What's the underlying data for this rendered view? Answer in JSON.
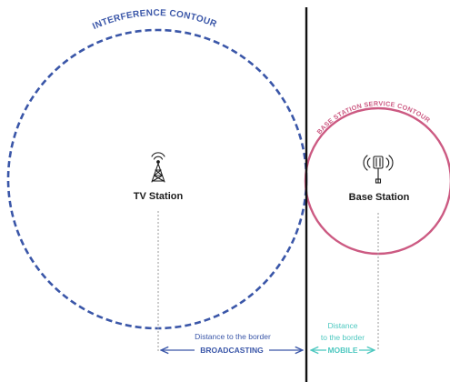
{
  "colors": {
    "interference": "#3a56a8",
    "service": "#cc5a82",
    "broadcasting": "#3a56a8",
    "mobile": "#4ec8c0",
    "border": "#111111",
    "dotted": "#9a9a9a",
    "text": "#1b1b1b"
  },
  "tv": {
    "label": "TV Station",
    "icon": "tower-icon",
    "contour_label": "INTERFERENCE CONTOUR"
  },
  "base": {
    "label": "Base Station",
    "icon": "antenna-icon",
    "contour_label": "BASE STATION SERVICE CONTOUR"
  },
  "broadcasting": {
    "distance_label": "Distance to the border",
    "tag": "BROADCASTING"
  },
  "mobile": {
    "distance_label_line1": "Distance",
    "distance_label_line2": "to the border",
    "tag": "MOBILE"
  }
}
